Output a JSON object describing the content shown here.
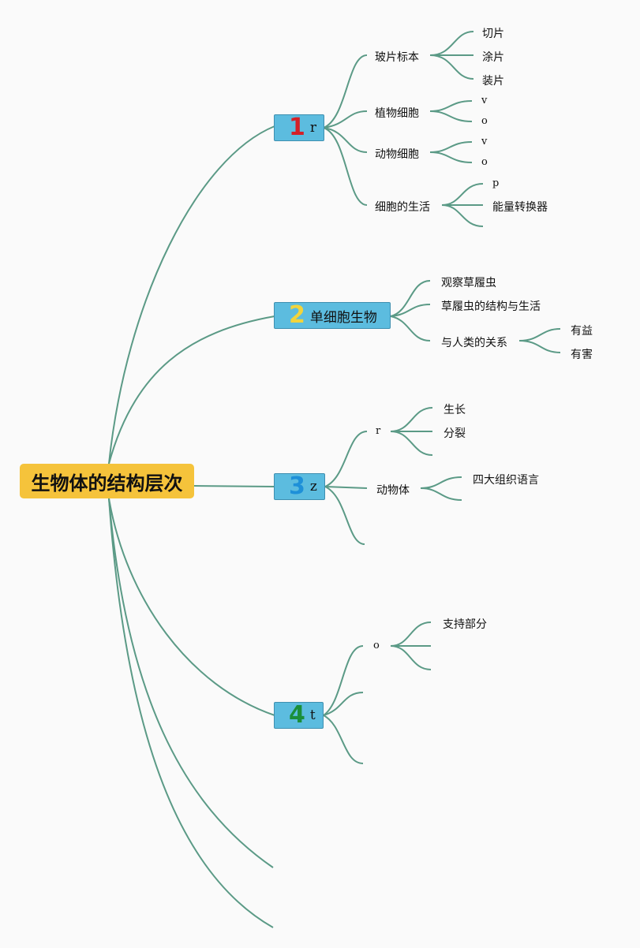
{
  "root": {
    "label": "生物体的结构层次"
  },
  "branches": [
    {
      "number": "1",
      "number_color": "#d42027",
      "label": "r",
      "topics": [
        {
          "label": "玻片标本",
          "children": [
            "切片",
            "涂片",
            "装片"
          ]
        },
        {
          "label": "植物细胞",
          "children": [
            "v",
            "o"
          ]
        },
        {
          "label": "动物细胞",
          "children": [
            "v",
            "o"
          ]
        },
        {
          "label": "细胞的生活",
          "children": [
            "p",
            "能量转换器",
            ""
          ]
        }
      ]
    },
    {
      "number": "2",
      "number_color": "#f2d43c",
      "label": "单细胞生物",
      "topics": [
        {
          "label": "观察草履虫",
          "children": []
        },
        {
          "label": "草履虫的结构与生活",
          "children": []
        },
        {
          "label": "与人类的关系",
          "children": [
            "有益",
            "有害"
          ]
        }
      ]
    },
    {
      "number": "3",
      "number_color": "#1e90d8",
      "label": "z",
      "topics": [
        {
          "label": "r",
          "children": [
            "生长",
            "分裂",
            ""
          ]
        },
        {
          "label": "动物体",
          "children": [
            "四大组织语言",
            ""
          ]
        },
        {
          "label": "",
          "children": []
        }
      ]
    },
    {
      "number": "4",
      "number_color": "#1a8f3a",
      "label": "t",
      "topics": [
        {
          "label": "o",
          "children": [
            "支持部分",
            "",
            ""
          ]
        },
        {
          "label": "",
          "children": []
        },
        {
          "label": "",
          "children": []
        }
      ]
    }
  ],
  "colors": {
    "line": "#5b9a86",
    "root_bg": "#f5c33b",
    "branch_bg": "#5cbcdf"
  }
}
